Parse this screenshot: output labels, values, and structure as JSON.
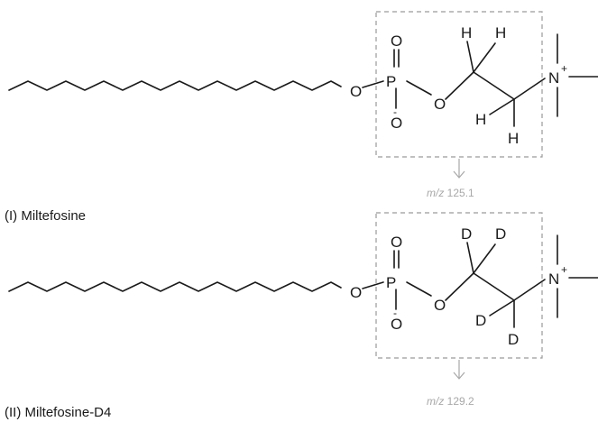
{
  "molecules": [
    {
      "label": "(I) Miltefosine",
      "isotope": "H",
      "fragment_mz_prefix": "m/z",
      "fragment_mz_value": " 125.1"
    },
    {
      "label": "(II) Miltefosine-D4",
      "isotope": "D",
      "fragment_mz_prefix": "m/z",
      "fragment_mz_value": " 129.2"
    }
  ],
  "atoms": {
    "oxygen": "O",
    "phosphorus": "P",
    "nitrogen": "N",
    "charge_positive": "+",
    "charge_negative": "-"
  },
  "colors": {
    "structure": "#1a1a1a",
    "fragment_box": "#9a9a9a",
    "fragment_text": "#a8a8a8"
  }
}
